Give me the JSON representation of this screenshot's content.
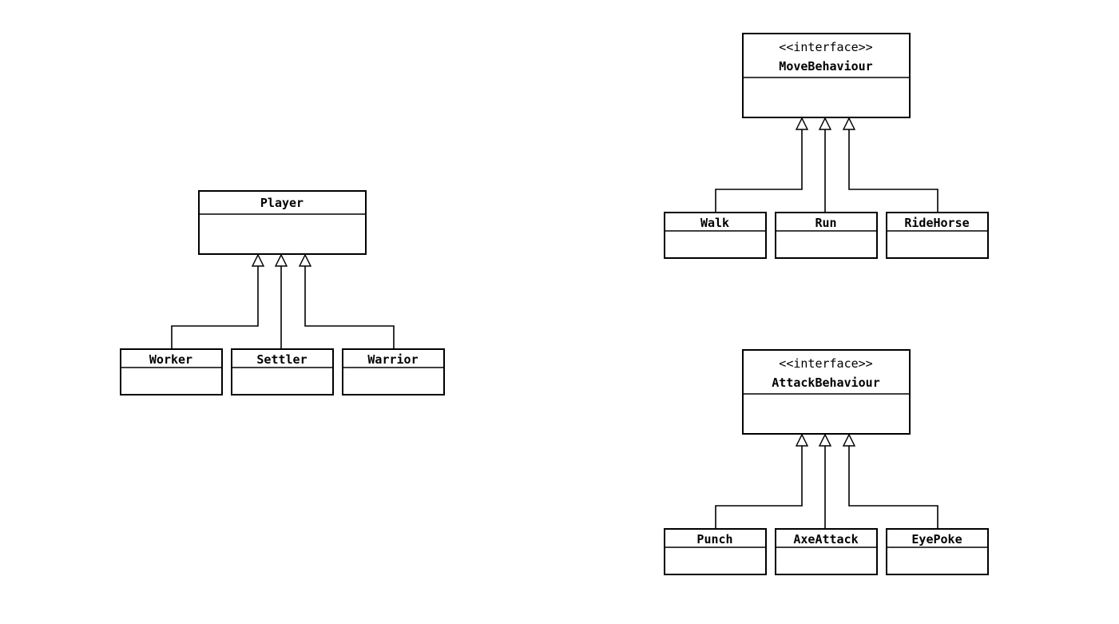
{
  "diagram": {
    "player": {
      "name": "Player"
    },
    "worker": {
      "name": "Worker"
    },
    "settler": {
      "name": "Settler"
    },
    "warrior": {
      "name": "Warrior"
    },
    "move_behaviour": {
      "stereotype": "<<interface>>",
      "name": "MoveBehaviour"
    },
    "walk": {
      "name": "Walk"
    },
    "run": {
      "name": "Run"
    },
    "ride_horse": {
      "name": "RideHorse"
    },
    "attack_behaviour": {
      "stereotype": "<<interface>>",
      "name": "AttackBehaviour"
    },
    "punch": {
      "name": "Punch"
    },
    "axe_attack": {
      "name": "AxeAttack"
    },
    "eye_poke": {
      "name": "EyePoke"
    }
  }
}
